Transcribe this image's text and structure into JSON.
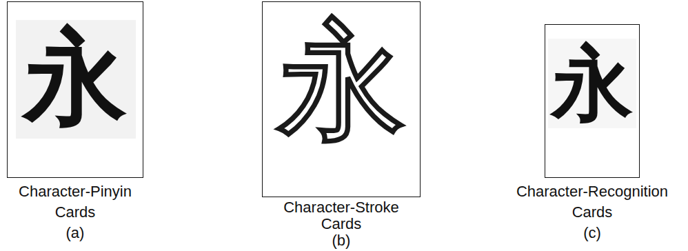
{
  "diagram": {
    "nodes": [
      {
        "text": [
          "永",
          "Character-Pinyin Cards",
          "(a)"
        ]
      },
      {
        "text": [
          "永",
          "Character-Stroke Cards",
          "(b)"
        ]
      },
      {
        "text": [
          "永",
          "Character-Recognition Cards",
          "(c)"
        ]
      }
    ]
  }
}
